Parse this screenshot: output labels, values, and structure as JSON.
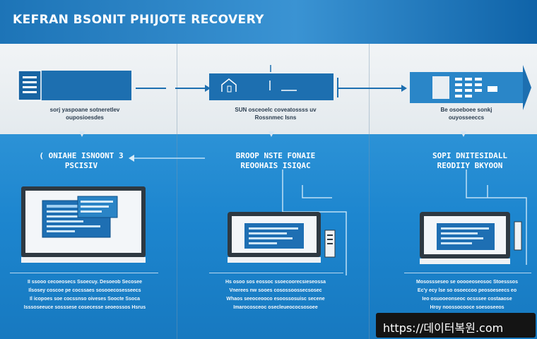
{
  "header": {
    "title": "KEFRAN BSONIT PHIJOTE RECOVERY"
  },
  "captions": [
    {
      "line1": "sorj yaspoane sotneretlev",
      "line2": "ouposioesdes"
    },
    {
      "line1": "SUN osceoelc coveatossss uv",
      "line2": "Rossnmec Isns"
    },
    {
      "line1": "Be osoeboee sonkj",
      "line2": "ouyosseeccs"
    }
  ],
  "stages": [
    {
      "title1": "( ONIAHE ISNOONT 3",
      "title2": "PSCISIV"
    },
    {
      "title1": "BROOP NSTE FONAIE",
      "title2": "REOOHAIS ISIQAC"
    },
    {
      "title1": "SOPI DNITESIDALL",
      "title2": "REODIIY BKYOON"
    }
  ],
  "paragraphs": [
    [
      "Il ssooo cecoeosecs Ssoecuy. Desoeob Secosee",
      "Ilsosey coscoe pe cocssaes sosooecosesseecs",
      "Il icopoes soe cocssnso oiveses Soocte Ssoca",
      "Isssoseeuce sosssese cosecesse seoeossos Hsrus"
    ],
    [
      "Hs osoo sos eossoc ssoecoorecsieseossa",
      "Vnerees nw sooes cosossoossecsosec",
      "Whaos seeoceooco esoossosuisc secene",
      "Imarocosceoc osecleueococsosoee"
    ],
    [
      "Mosossseseo se ooooeoseosoc Stoesssos",
      "Ec'y ecy lse so osoeccoo peosoeseecs eo",
      "Ieo osuooeonseoc ocsssee costaaose",
      "Hroy noossocooce soesoseeos"
    ]
  ],
  "watermark": "https://데이터복원.com",
  "colors": {
    "primary": "#1a7cc4",
    "accent": "#2e95d8",
    "light": "#e9eef2"
  }
}
